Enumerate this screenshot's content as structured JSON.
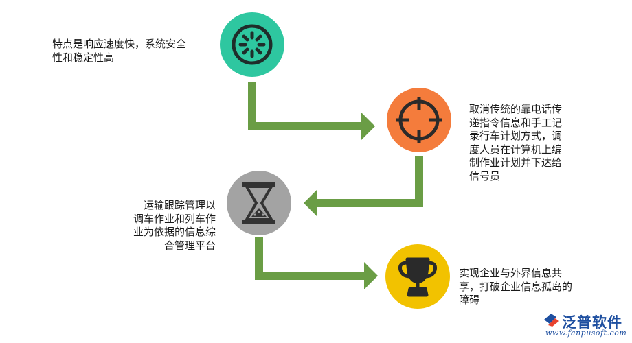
{
  "steps": [
    {
      "text": "特点是响应速度快，系统安全\n性和稳定性高",
      "icon": "loading-spinner-icon",
      "color": "#2ec7a0"
    },
    {
      "text": "取消传统的靠电话传\n递指令信息和手工记\n录行车计划方式，调\n度人员在计算机上编\n制作业计划并下达给\n信号员",
      "icon": "crosshair-target-icon",
      "color": "#f47c3c"
    },
    {
      "text": "运输跟踪管理以\n调车作业和列车作\n业为依据的信息综\n合管理平台",
      "icon": "hourglass-icon",
      "color": "#a3a3a3"
    },
    {
      "text": "实现企业与外界信息共\n享，打破企业信息孤岛的\n障碍",
      "icon": "trophy-icon",
      "color": "#f2c200"
    }
  ],
  "arrow_color": "#6a9d45",
  "watermark": {
    "name": "泛普软件",
    "url": "www.fanpusoft.com"
  }
}
